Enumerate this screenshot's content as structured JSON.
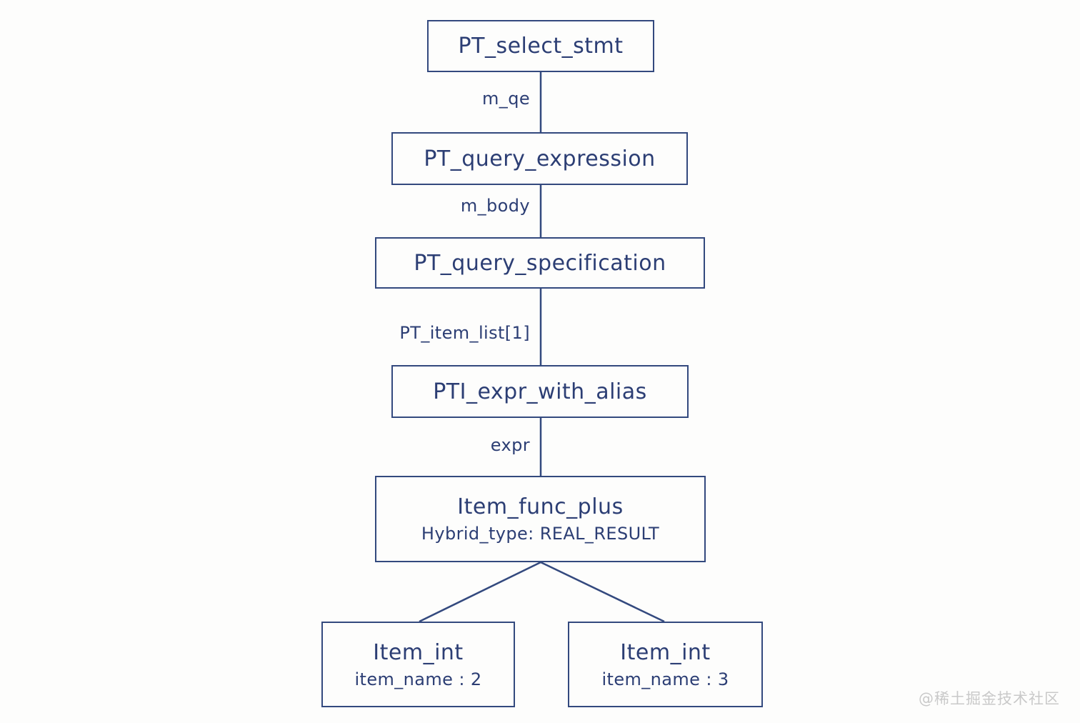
{
  "diagram": {
    "nodes": [
      {
        "id": "pt-select-stmt",
        "title": "PT_select_stmt"
      },
      {
        "id": "pt-query-expression",
        "title": "PT_query_expression"
      },
      {
        "id": "pt-query-specification",
        "title": "PT_query_specification"
      },
      {
        "id": "pti-expr-with-alias",
        "title": "PTI_expr_with_alias"
      },
      {
        "id": "item-func-plus",
        "title": "Item_func_plus",
        "subtitle": "Hybrid_type: REAL_RESULT"
      },
      {
        "id": "item-int-left",
        "title": "Item_int",
        "subtitle": "item_name : 2"
      },
      {
        "id": "item-int-right",
        "title": "Item_int",
        "subtitle": "item_name : 3"
      }
    ],
    "edges": [
      {
        "from": "pt-select-stmt",
        "to": "pt-query-expression",
        "label": "m_qe"
      },
      {
        "from": "pt-query-expression",
        "to": "pt-query-specification",
        "label": "m_body"
      },
      {
        "from": "pt-query-specification",
        "to": "pti-expr-with-alias",
        "label": "PT_item_list[1]"
      },
      {
        "from": "pti-expr-with-alias",
        "to": "item-func-plus",
        "label": "expr"
      },
      {
        "from": "item-func-plus",
        "to": "item-int-left",
        "label": ""
      },
      {
        "from": "item-func-plus",
        "to": "item-int-right",
        "label": ""
      }
    ],
    "colors": {
      "line": "#33497e",
      "text": "#2c3e74",
      "background": "#fdfdfc",
      "watermark": "#c9c9c9"
    }
  },
  "watermark": {
    "text": "@稀土掘金技术社区"
  }
}
